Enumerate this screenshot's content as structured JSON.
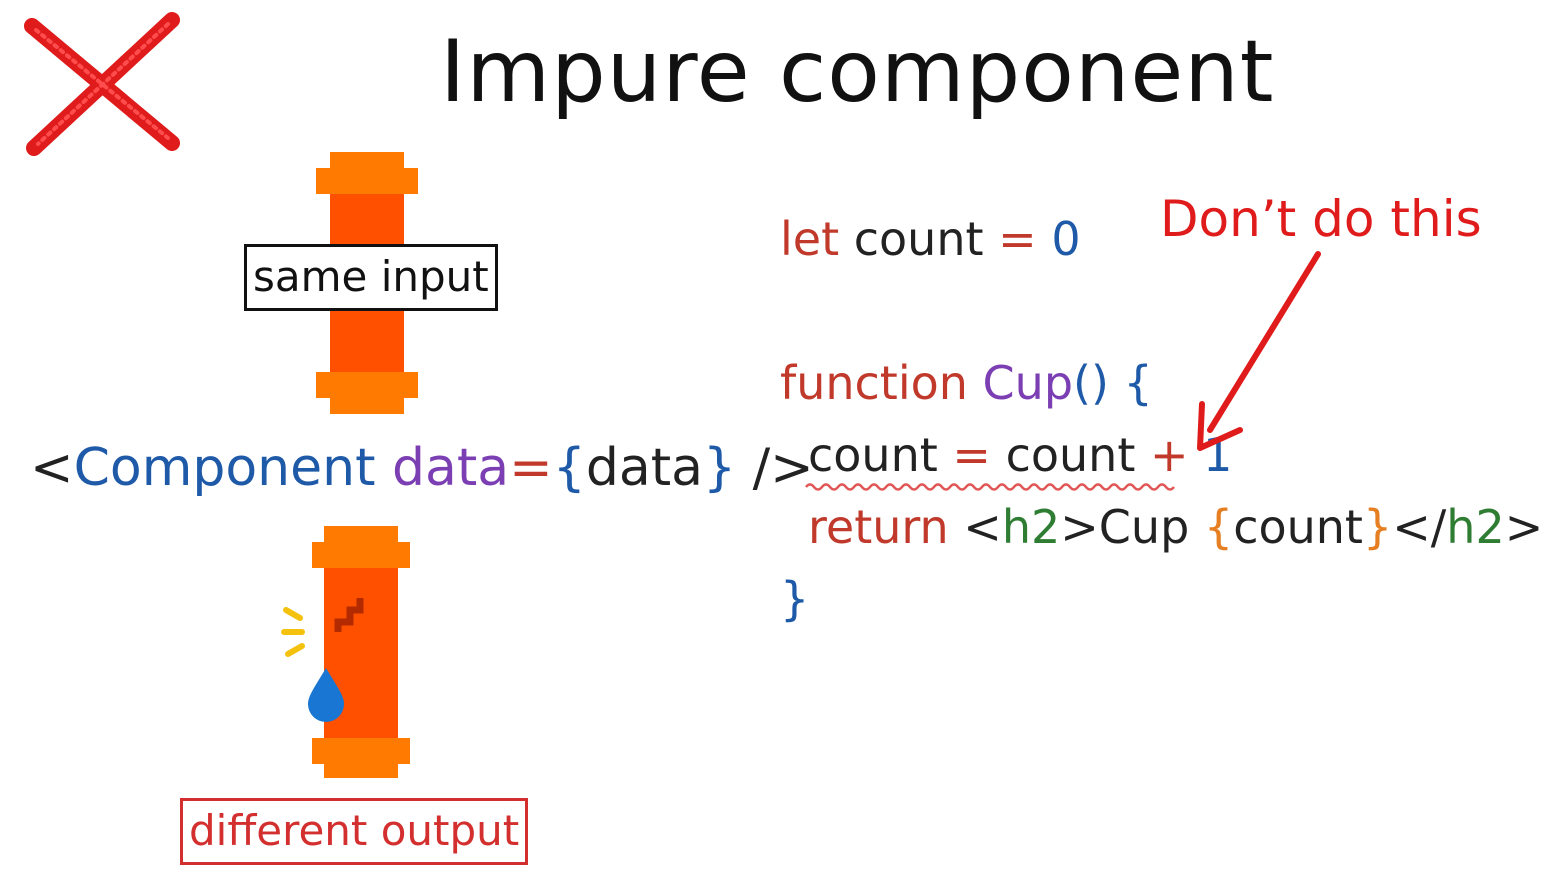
{
  "title": "Impure component",
  "icons": {
    "cross": "x-mark-icon",
    "pipe_top": "pipe-icon",
    "pipe_leaky": "leaking-pipe-icon"
  },
  "colors": {
    "accent_red": "#e01b1b",
    "pipe_orange": "#ff5a00",
    "pipe_cap": "#ff7a00",
    "water_blue": "#1976d2"
  },
  "labels": {
    "input": "same input",
    "output": "different output"
  },
  "component_usage": {
    "open": "<",
    "name": "Component",
    "attr": "data",
    "eq": "=",
    "lbrace": "{",
    "value": "data",
    "rbrace": "}",
    "close": " />"
  },
  "code": {
    "line1": {
      "kw": "let",
      "name": " count ",
      "op": "=",
      "num": " 0"
    },
    "line2": {
      "kw": "function",
      "name": " Cup",
      "parens": "()",
      "brace": " {"
    },
    "line3": {
      "a": "count",
      "op": " = ",
      "b": "count",
      "plus": " + ",
      "num": "1"
    },
    "line4": {
      "kw": "return",
      "lt1": " <",
      "tag1": "h2",
      "gt1": ">",
      "text": "Cup ",
      "lb": "{",
      "var": "count",
      "rb": "}",
      "lt2": "</",
      "tag2": "h2",
      "gt2": ">"
    },
    "line5": {
      "brace": "}"
    }
  },
  "annotation": "Don’t do this"
}
